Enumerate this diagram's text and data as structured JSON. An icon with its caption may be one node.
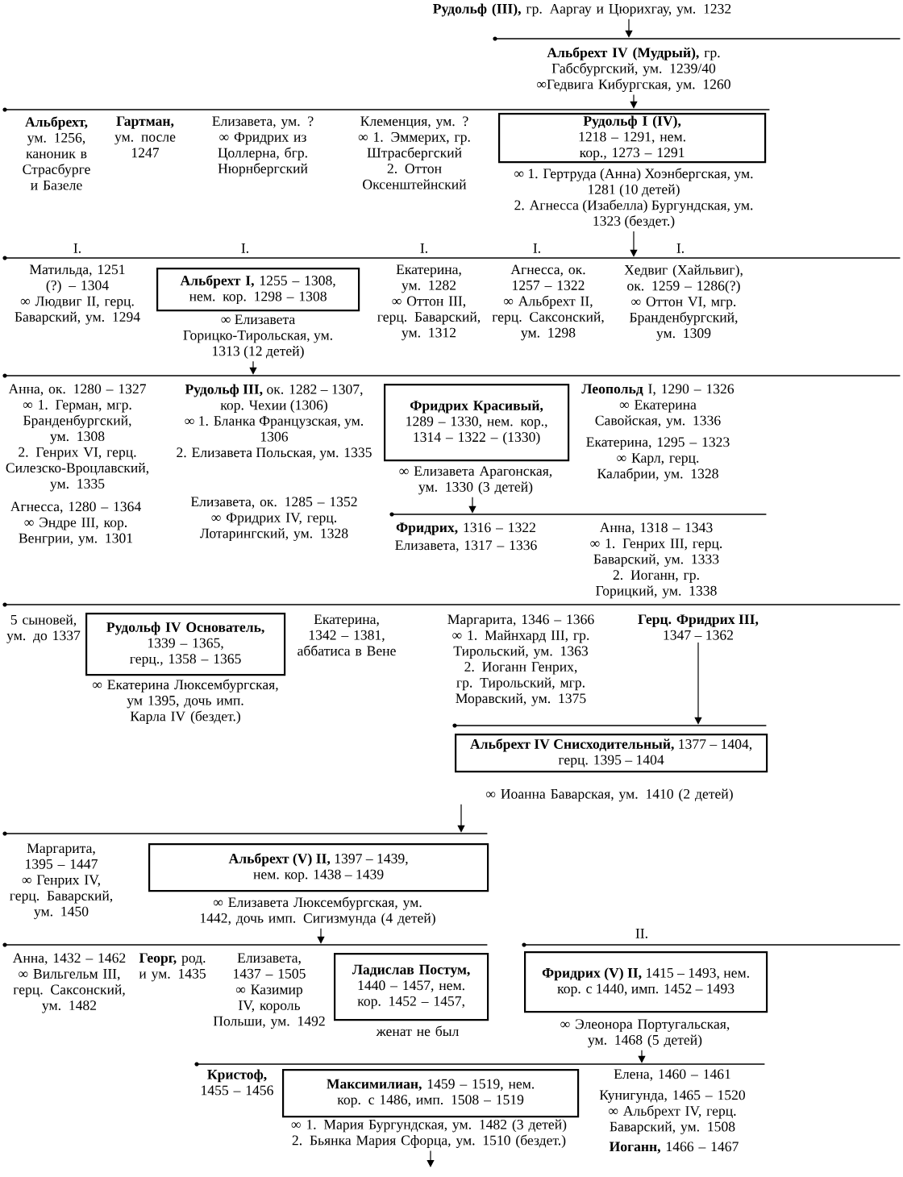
{
  "diagram": {
    "nodes": [
      {
        "text": [
          "**Рудольф (III),** гр. Ааргау и Цюрихгау, ум. 1232"
        ]
      },
      {
        "text": [],
        "shape": "bar"
      },
      {
        "text": [
          "**Альбрехт IV (Мудрый),** гр. Габсбургский, ум. 1239/40",
          "∞Гедвига Кибургская, ум. 1260"
        ]
      },
      {
        "text": [],
        "shape": "bar"
      },
      {
        "text": [
          "**Альбрехт,** ум. 1256, каноник в Страсбурге и Базеле"
        ]
      },
      {
        "text": [
          "**Гартман,** ум. после 1247"
        ]
      },
      {
        "text": [
          "Елизавета, ум. ?",
          "∞ Фридрих из Цоллерна, бгр. Нюрнбергский"
        ]
      },
      {
        "text": [
          "Клеменция, ум. ?",
          "∞ 1. Эммерих, гр. Штрасбергский",
          "2. Оттон Оксенштейнский"
        ]
      },
      {
        "text": [
          "**Рудольф I (IV),** 1218 – 1291, нем. кор., 1273 – 1291"
        ],
        "beside": [
          "∞ 1. Гертруда (Анна) Хоэнбергская, ум. 1281 (10 детей)",
          "2. Агнесса (Изабелла) Бургундская, ум. 1323 (бездет.)"
        ]
      },
      {
        "text": [],
        "shape": "bar"
      },
      {
        "text": [
          "Матильда, 1251 (?) – 1304",
          "∞ Людвиг II, герц. Баварский, ум. 1294"
        ]
      },
      {
        "text": [
          "**Альбрехт I,** 1255 – 1308, нем. кор. 1298 – 1308"
        ],
        "beside": [
          "∞ Елизавета Горицко-Тирольская, ум. 1313 (12 детей)"
        ]
      },
      {
        "text": [
          "Екатерина, ум. 1282",
          "∞ Оттон III, герц. Баварский, ум. 1312"
        ]
      },
      {
        "text": [
          "Агнесса, ок. 1257 – 1322",
          "∞ Альбрехт II, герц. Саксонский, ум. 1298"
        ]
      },
      {
        "text": [
          "Хедвиг (Хайльвиг), ок. 1259 – 1286(?)",
          "∞ Оттон VI, мгр. Бранденбургский, ум. 1309"
        ]
      },
      {
        "text": [],
        "shape": "bar"
      },
      {
        "text": [
          "Анна, ок. 1280 – 1327",
          "∞ 1. Герман, мгр. Бранденбургский, ум. 1308",
          "2. Генрих VI, герц. Силезско-Вроцлавский, ум. 1335"
        ]
      },
      {
        "text": [
          "**Рудольф III,** ок. 1282 – 1307, кор. Чехии (1306)",
          "∞ 1. Бланка Французская, ум. 1306",
          "2. Елизавета Польская, ум. 1335"
        ]
      },
      {
        "text": [
          "**Фридрих Красивый,** 1289 – 1330, нем. кор., 1314 – 1322 – (1330)"
        ],
        "beside": [
          "∞ Елизавета Арагонская, ум. 1330 (3 детей)"
        ]
      },
      {
        "text": [
          "**Леопольд** I, 1290 – 1326",
          "∞ Екатерина Савойская, ум. 1336"
        ]
      },
      {
        "text": [
          "Агнесса, 1280 – 1364",
          "∞ Эндре III, кор. Венгрии, ум. 1301"
        ]
      },
      {
        "text": [
          "Елизавета, ок. 1285 – 1352",
          "∞ Фридрих IV, герц. Лотарингский, ум. 1328"
        ]
      },
      {
        "text": [
          "Екатерина, 1295 – 1323",
          "∞ Карл, герц. Калабрии, ум. 1328"
        ]
      },
      {
        "text": [],
        "shape": "bar"
      },
      {
        "text": [
          "**Фридрих,** 1316 – 1322"
        ]
      },
      {
        "text": [
          "Елизавета, 1317 – 1336"
        ]
      },
      {
        "text": [
          "Анна, 1318 – 1343",
          "∞ 1. Генрих III, герц. Баварский, ум. 1333",
          "2. Иоганн, гр. Горицкий, ум. 1338"
        ]
      },
      {
        "text": [],
        "shape": "bar"
      },
      {
        "text": [
          "5 сыновей, ум. до 1337"
        ]
      },
      {
        "text": [
          "**Рудольф IV Основатель,** 1339 – 1365, герц., 1358 – 1365"
        ],
        "beside": [
          "∞ Екатерина Люксембургская, ум 1395, дочь имп. Карла IV (бездет.)"
        ]
      },
      {
        "text": [
          "Екатерина, 1342 – 1381, аббатиса в Вене"
        ]
      },
      {
        "text": [
          "Маргарита, 1346 – 1366",
          "∞ 1. Майнхард III, гр. Тирольский, ум. 1363",
          "2. Иоганн Генрих, гр. Тирольский, мгр. Моравский, ум. 1375"
        ]
      },
      {
        "text": [
          "**Герц. Фридрих III,** 1347 – 1362"
        ]
      },
      {
        "text": [],
        "shape": "bar"
      },
      {
        "text": [
          "**Альбрехт IV Снисходительный,** 1377 – 1404, герц. 1395 – 1404"
        ],
        "beside": [
          "∞ Иоанна Баварская, ум. 1410 (2 детей)"
        ]
      },
      {
        "text": [],
        "shape": "bar"
      },
      {
        "text": [
          "Маргарита, 1395 – 1447",
          "∞ Генрих IV, герц. Баварский, ум. 1450"
        ]
      },
      {
        "text": [
          "**Альбрехт (V) II,** 1397 – 1439, нем. кор. 1438 – 1439"
        ],
        "beside": [
          "∞ Елизавета Люксембургская, ум. 1442, дочь имп. Сигизмунда (4 детей)"
        ]
      },
      {
        "text": [],
        "shape": "bar"
      },
      {
        "text": [],
        "shape": "bar"
      },
      {
        "text": [
          "Анна, 1432 – 1462",
          "∞ Вильгельм III, герц. Саксонский, ум. 1482"
        ]
      },
      {
        "text": [
          "**Георг,** род. и ум. 1435"
        ]
      },
      {
        "text": [
          "Елизавета, 1437 – 1505",
          "∞ Казимир IV, король Польши, ум. 1492"
        ]
      },
      {
        "text": [
          "**Ладислав Постум,** 1440 – 1457, нем. кор. 1452 – 1457,"
        ],
        "beside": [
          "женат не был"
        ]
      },
      {
        "text": [
          "**Фридрих (V) II,** 1415 – 1493, нем. кор. с 1440, имп. 1452 – 1493"
        ],
        "beside": [
          "∞ Элеонора Португальская, ум. 1468 (5 детей)"
        ]
      },
      {
        "text": [],
        "shape": "bar"
      },
      {
        "text": [
          "**Кристоф,** 1455 – 1456"
        ]
      },
      {
        "text": [
          "**Максимилиан,** 1459 – 1519, нем. кор. с 1486, имп. 1508 – 1519"
        ],
        "beside": [
          "∞ 1. Мария Бургундская, ум. 1482 (3 детей)",
          "2. Бьянка Мария Сфорца, ум. 1510 (бездет.)"
        ]
      },
      {
        "text": [
          "Елена, 1460 – 1461"
        ]
      },
      {
        "text": [
          "Кунигунда, 1465 – 1520",
          "∞ Альбрехт IV, герц. Баварский, ум. 1508"
        ]
      },
      {
        "text": [
          "**Иоганн,** 1466 – 1467"
        ]
      }
    ],
    "edges": [
      {
        "from": 0,
        "to": 1,
        "arrow": "to"
      },
      {
        "from": 2,
        "to": 3,
        "arrow": "to"
      },
      {
        "from": 8,
        "to": 9,
        "arrow": "to"
      },
      {
        "from": 11,
        "to": 15,
        "arrow": "to"
      },
      {
        "from": 18,
        "to": 23,
        "arrow": "to"
      },
      {
        "from": 32,
        "to": 33,
        "arrow": "to"
      },
      {
        "from": 34,
        "to": 35,
        "arrow": "to"
      },
      {
        "from": 37,
        "to": 38,
        "arrow": "to"
      },
      {
        "from": 44,
        "to": 45,
        "arrow": "to"
      },
      {
        "from": 47,
        "to": null,
        "arrow": "to"
      }
    ],
    "labels": [
      "I.",
      "I.",
      "I.",
      "I.",
      "I.",
      "II."
    ]
  }
}
